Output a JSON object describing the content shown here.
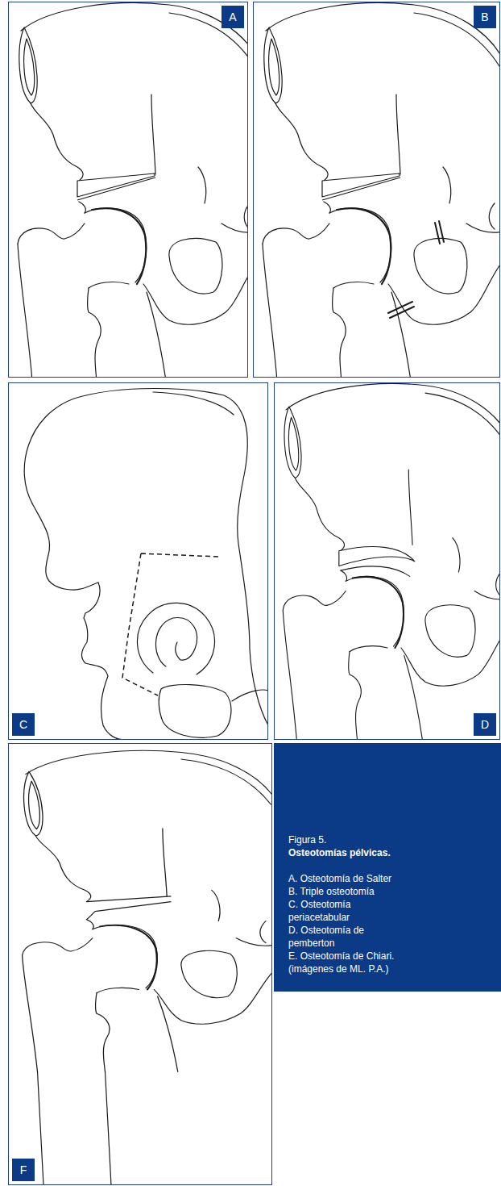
{
  "diagram": {
    "nodes": [
      {
        "text": [
          "A"
        ]
      },
      {
        "text": [
          "B"
        ]
      },
      {
        "text": [
          "C"
        ]
      },
      {
        "text": [
          "D"
        ]
      },
      {
        "text": [
          "F"
        ]
      },
      {
        "text": [
          "Figura 5.",
          "Osteotomías pélvicas.",
          "A. Osteotomía de Salter",
          "B. Triple osteotomía",
          "C. Osteotomía periacetabular",
          "D. Osteotomía de pemberton",
          "E. Osteotomía de Chiari.",
          "(imágenes de ML. P.A.)"
        ]
      }
    ]
  }
}
